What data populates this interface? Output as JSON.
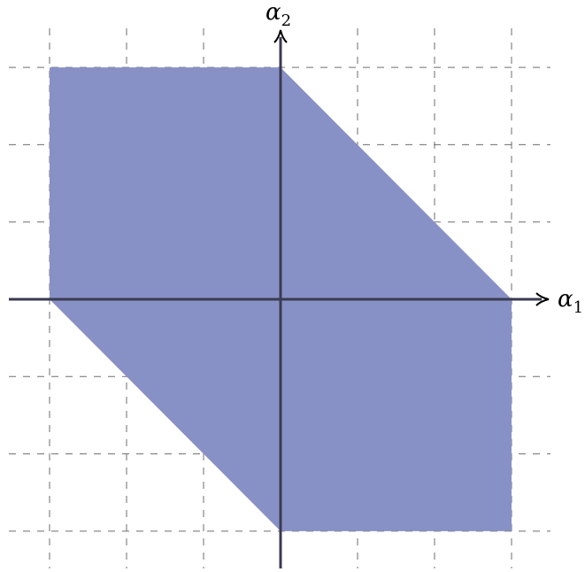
{
  "diagram": {
    "type": "region-plot",
    "x_axis": {
      "symbol": "α",
      "subscript": "1"
    },
    "y_axis": {
      "symbol": "α",
      "subscript": "2"
    },
    "x_range": [
      -3,
      3
    ],
    "y_range": [
      -3,
      3
    ],
    "grid": true,
    "grid_style": "dashed",
    "region": {
      "vertices": [
        [
          -3,
          3
        ],
        [
          0,
          3
        ],
        [
          3,
          0
        ],
        [
          3,
          -3
        ],
        [
          0,
          -3
        ],
        [
          -3,
          0
        ]
      ],
      "fill_color": "#8891c5"
    },
    "axis_color": "#3a3a52",
    "grid_color": "#6e6e6e"
  }
}
